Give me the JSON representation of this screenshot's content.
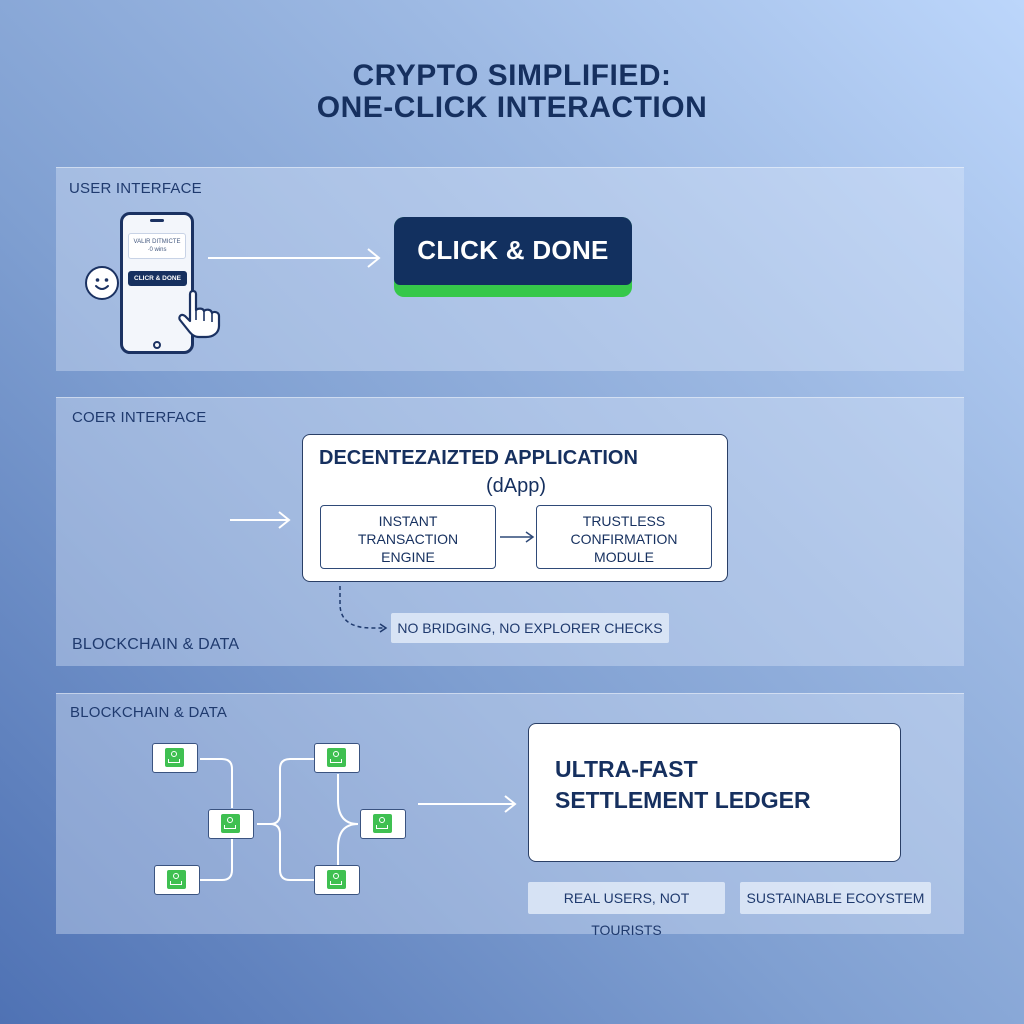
{
  "title": {
    "line1": "CRYPTO SIMPLIFIED:",
    "line2": "ONE-CLICK INTERACTION"
  },
  "section_user": {
    "label": "USER INTERFACE",
    "phone_card_line1": "VALIR DITMICTE",
    "phone_card_line2": "·0 wins",
    "phone_button": "CLICR & DONE",
    "main_button": "CLICK & DONE"
  },
  "section_core": {
    "label": "COER INTERFACE",
    "dapp_title": "DECENTEZAIZTED APPLICATION",
    "dapp_subtitle": "(dApp)",
    "module_left": [
      "INSTANT",
      "TRANSACTION",
      "ENGINE"
    ],
    "module_right": [
      "TRUSTLESS",
      "CONFIRMATION",
      "MODULE"
    ],
    "note": "NO BRIDGING, NO EXPLORER CHECKS",
    "footer_label": "BLOCKCHAIN & DATA"
  },
  "section_chain": {
    "label": "BLOCKCHAIN & DATA",
    "ledger_line1": "ULTRA-FAST",
    "ledger_line2": "SETTLEMENT LEDGER",
    "chip_left": "REAL USERS, NOT TOURISTS",
    "chip_right": "SUSTAINABLE ECOYSTEM"
  },
  "colors": {
    "navy": "#12305f",
    "accent_green": "#36c84a",
    "background_light": "#bcd6fb",
    "background_dark": "#4f72b4"
  }
}
